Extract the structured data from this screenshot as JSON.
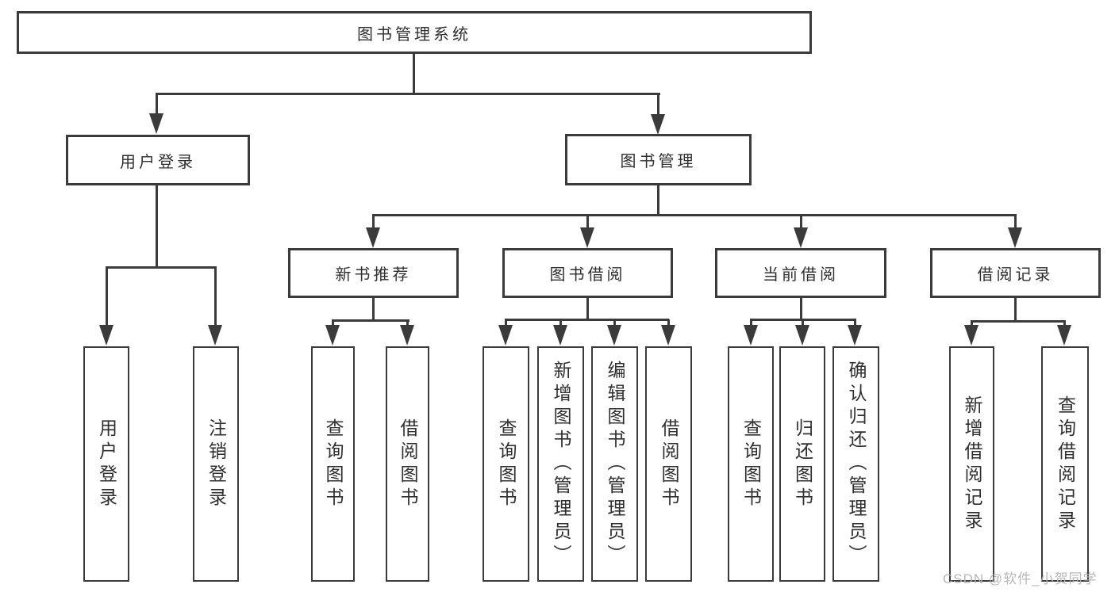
{
  "tree": {
    "root": {
      "label": "图书管理系统",
      "children": [
        {
          "label": "用户登录",
          "children": [
            {
              "label": "用户登录"
            },
            {
              "label": "注销登录"
            }
          ]
        },
        {
          "label": "图书管理",
          "children": [
            {
              "label": "新书推荐",
              "children": [
                {
                  "label": "查询图书"
                },
                {
                  "label": "借阅图书"
                }
              ]
            },
            {
              "label": "图书借阅",
              "children": [
                {
                  "label": "查询图书"
                },
                {
                  "label": "新增图书（管理员）"
                },
                {
                  "label": "编辑图书（管理员）"
                },
                {
                  "label": "借阅图书"
                }
              ]
            },
            {
              "label": "当前借阅",
              "children": [
                {
                  "label": "查询图书"
                },
                {
                  "label": "归还图书"
                },
                {
                  "label": "确认归还（管理员）"
                }
              ]
            },
            {
              "label": "借阅记录",
              "children": [
                {
                  "label": "新增借阅记录"
                },
                {
                  "label": "查询借阅记录"
                }
              ]
            }
          ]
        }
      ]
    }
  },
  "watermark": {
    "text": "CSDN @软件_小贺同学"
  },
  "colors": {
    "line": "#3b3b3b",
    "box_border": "#3b3b3b",
    "text": "#2f2f2f",
    "background": "#ffffff",
    "watermark_text": "#b4b4b4"
  }
}
